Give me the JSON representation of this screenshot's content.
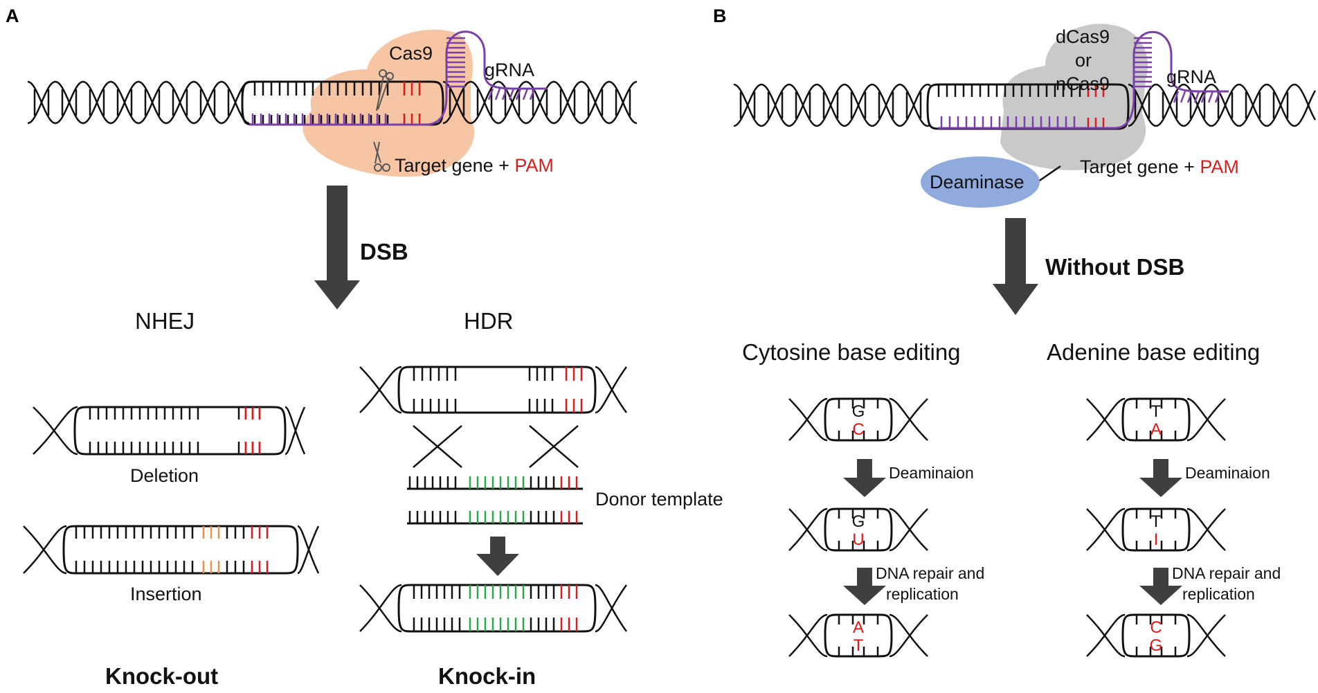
{
  "colors": {
    "stroke": "#111111",
    "pam": "#e0191b",
    "grna": "#7b3fa8",
    "cas9": "#f6c6a4",
    "dcas9": "#c9c9c9",
    "deaminase": "#8faadc",
    "insertion": "#e8924a",
    "donor": "#2aa845",
    "arrow": "#3f3f3f"
  },
  "panelA": {
    "letter": "A",
    "cas9": "Cas9",
    "grna": "gRNA",
    "target": "Target gene + ",
    "pam": "PAM",
    "arrow_label": "DSB",
    "nhej": "NHEJ",
    "hdr": "HDR",
    "deletion": "Deletion",
    "insertion": "Insertion",
    "donor_template": "Donor template",
    "knock_out": "Knock-out",
    "knock_in": "Knock-in"
  },
  "panelB": {
    "letter": "B",
    "dcas9_line1": "dCas9",
    "dcas9_line2": "or",
    "dcas9_line3": "nCas9",
    "grna": "gRNA",
    "deaminase": "Deaminase",
    "target": "Target gene + ",
    "pam": "PAM",
    "arrow_label": "Without DSB",
    "cbe_title": "Cytosine  base  editing",
    "abe_title": "Adenine  base  editing",
    "deamination": "Deaminaion",
    "repair_line1": "DNA repair and",
    "repair_line2": "replication",
    "cbe_bases": [
      {
        "top": "G",
        "bottom": "C"
      },
      {
        "top": "G",
        "bottom": "U"
      },
      {
        "top": "A",
        "bottom": "T"
      }
    ],
    "abe_bases": [
      {
        "top": "T",
        "bottom": "A"
      },
      {
        "top": "T",
        "bottom": "I"
      },
      {
        "top": "C",
        "bottom": "G"
      }
    ]
  }
}
